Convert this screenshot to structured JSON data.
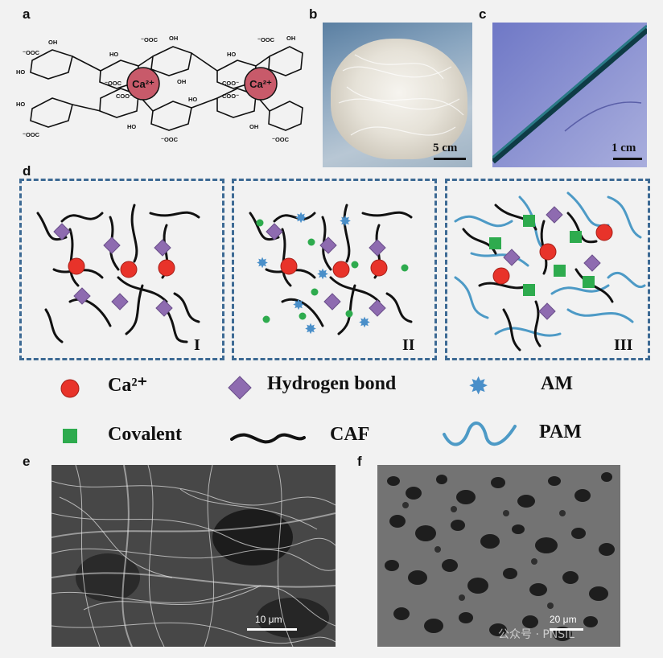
{
  "panels": {
    "a": "a",
    "b": "b",
    "c": "c",
    "d": "d",
    "e": "e",
    "f": "f"
  },
  "panel_b": {
    "scale": "5 cm"
  },
  "panel_c": {
    "scale": "1 cm"
  },
  "panel_e": {
    "scale": "10 μm"
  },
  "panel_f": {
    "scale": "20 μm"
  },
  "panel_d": {
    "stages": [
      "I",
      "II",
      "III"
    ]
  },
  "legend": {
    "ca": "Ca²⁺",
    "hbond": "Hydrogen bond",
    "am": "AM",
    "covalent": "Covalent",
    "caf": "CAF",
    "pam": "PAM"
  },
  "structure": {
    "ion1": "Ca²⁺",
    "ion2": "Ca²⁺"
  },
  "watermark": "公众号 · PNSIL",
  "colors": {
    "calcium": "#e8332a",
    "hbond": "#8e6bb0",
    "am": "#4a8fc9",
    "covalent": "#2eab4e",
    "pam": "#4d9ac6",
    "box_border": "#3d6a94",
    "ion_disc": "#c85a6a"
  }
}
